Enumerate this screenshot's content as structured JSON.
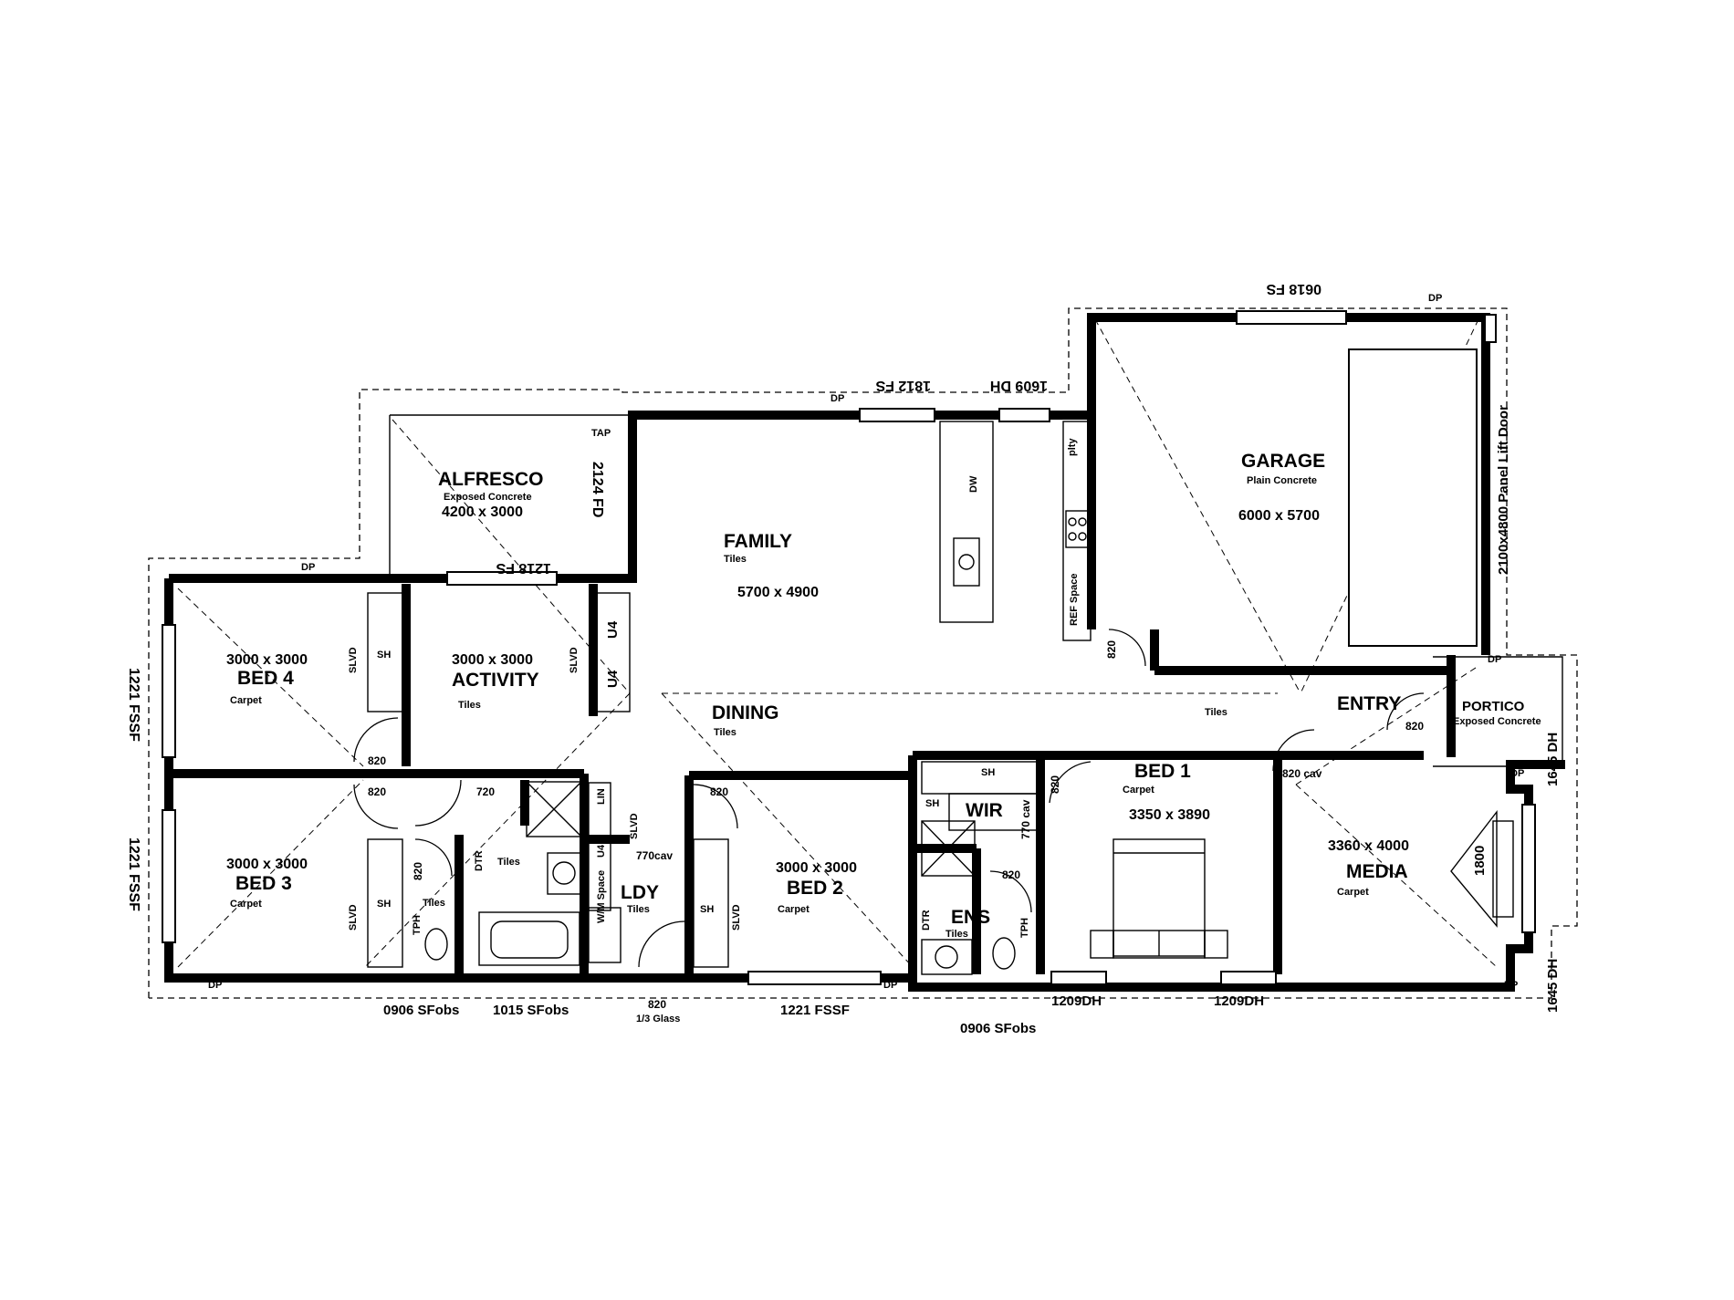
{
  "rooms": {
    "alfresco": {
      "name": "ALFRESCO",
      "floor": "Exposed Concrete",
      "dims": "4200 x 3000"
    },
    "family": {
      "name": "FAMILY",
      "floor": "Tiles",
      "dims": "5700 x 4900"
    },
    "garage": {
      "name": "GARAGE",
      "floor": "Plain Concrete",
      "dims": "6000 x 5700"
    },
    "bed4": {
      "name": "BED 4",
      "floor": "Carpet",
      "dims": "3000 x 3000"
    },
    "activity": {
      "name": "ACTIVITY",
      "floor": "Tiles",
      "dims": "3000 x 3000"
    },
    "dining": {
      "name": "DINING",
      "floor": "Tiles"
    },
    "entry": {
      "name": "ENTRY",
      "floor": "Tiles"
    },
    "portico": {
      "name": "PORTICO",
      "floor": "Exposed Concrete"
    },
    "bed3": {
      "name": "BED 3",
      "floor": "Carpet",
      "dims": "3000 x 3000"
    },
    "bath": {
      "floor": "Tiles"
    },
    "ldy": {
      "name": "LDY",
      "floor": "Tiles"
    },
    "bed2": {
      "name": "BED 2",
      "floor": "Carpet",
      "dims": "3000 x 3000"
    },
    "wir": {
      "name": "WIR"
    },
    "ens": {
      "name": "ENS",
      "floor": "Tiles"
    },
    "bed1": {
      "name": "BED 1",
      "floor": "Carpet",
      "dims": "3350 x 3890"
    },
    "media": {
      "name": "MEDIA",
      "floor": "Carpet",
      "dims": "3360 x 4000"
    },
    "wc": {
      "floor": "Tiles"
    }
  },
  "windows": {
    "top_garage": "0618 FS",
    "top_family_fs": "1812 FS",
    "top_family_dh": "1609 DH",
    "alfresco_fs": "1218 FS",
    "alfresco_fd": "2124 FD",
    "left_bed4": "1221 FSSF",
    "left_bed3": "1221 FSSF",
    "bottom_bed3": "0906 SFobs",
    "bottom_bath": "1015 SFobs",
    "bottom_bed2": "1221 FSSF",
    "bottom_ens": "0906 SFobs",
    "bottom_bed1_a": "1209DH",
    "bottom_bed1_b": "1209DH",
    "right_media_top": "1645 DH",
    "right_media_bot": "1645 DH",
    "garage_door": "2100x4800 Panel Lift Door",
    "media_bay": "1800"
  },
  "doors": {
    "bed4": "820",
    "bed3": "820",
    "bath": "720",
    "bed2": "820",
    "wc": "820",
    "ldy_ext": "820",
    "ldy_ext_note": "1/3 Glass",
    "ldy_cav": "770cav",
    "garage": "820",
    "entry": "820",
    "bed1": "820",
    "wir_cav": "770 cav",
    "ens": "820",
    "media_cav": "820 cav"
  },
  "labels": {
    "dp": "DP",
    "tap": "TAP",
    "sh": "SH",
    "slvd": "SLVD",
    "u4": "U4",
    "dtr": "DTR",
    "tph": "TPH",
    "lin": "LIN",
    "wm_space": "W/M Space",
    "ref_space": "REF Space",
    "plty": "plty",
    "dw": "DW"
  }
}
